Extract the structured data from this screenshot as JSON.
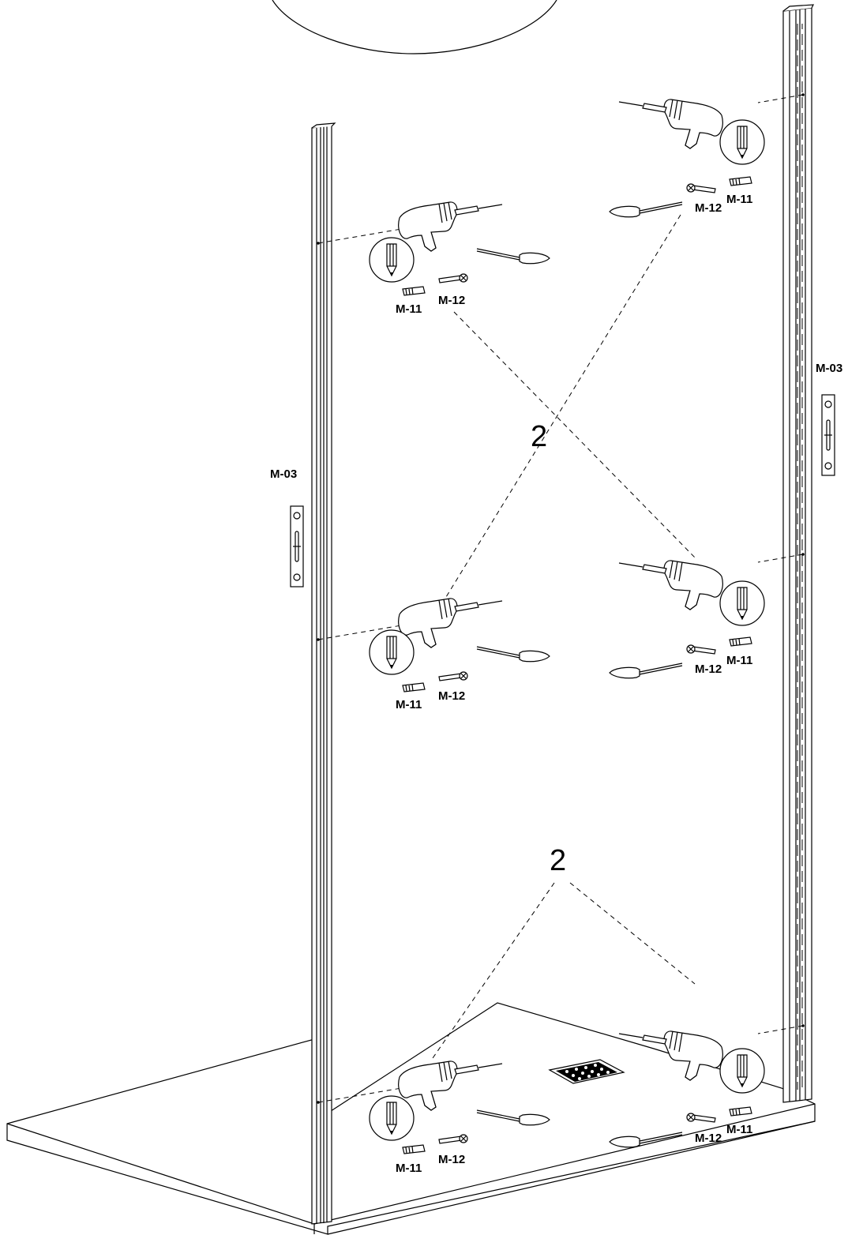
{
  "labels": {
    "profile_part": "M-03",
    "wall_plug": "M-11",
    "screw": "M-12",
    "qty_middle": "2",
    "qty_bottom": "2"
  },
  "icons": [
    "drill-icon",
    "pencil-mark-icon",
    "screwdriver-icon",
    "wall-plug-icon",
    "screw-icon",
    "bracket-icon",
    "drain-grate-icon"
  ],
  "colors": {
    "line": "#000000",
    "background": "#ffffff"
  }
}
